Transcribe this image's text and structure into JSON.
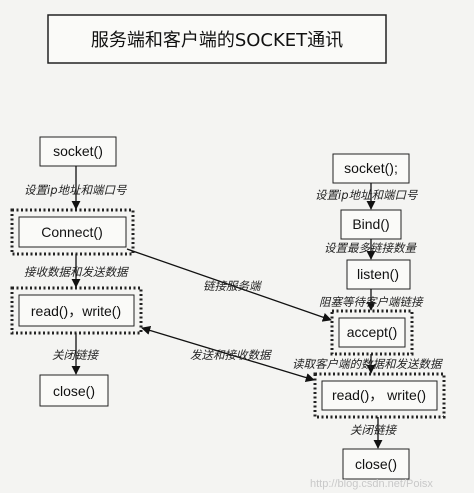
{
  "title": "服务端和客户端的SOCKET通讯",
  "client": {
    "socket": "socket()",
    "connect": "Connect()",
    "readwrite": "read()，write()",
    "close": "close()"
  },
  "server": {
    "socket": "socket();",
    "bind": "Bind()",
    "listen": "listen()",
    "accept": "accept()",
    "readwrite": "read()， write()",
    "close": "close()"
  },
  "labels": {
    "client_set_ip": "设置ip地址和端口号",
    "client_send_recv": "接收数据和发送数据",
    "client_close_link": "关闭链接",
    "server_set_ip": "设置ip地址和端口号",
    "server_max_conn": "设置最多链接数量",
    "server_block": "阻塞等待客户端链接",
    "server_read_send": "读取客户端的数据和发送数据",
    "server_close_link": "关闭链接",
    "link_server": "链接服务端",
    "send_recv_data": "发送和接收数据"
  },
  "watermark": "http://blog.csdn.net/Poisx"
}
